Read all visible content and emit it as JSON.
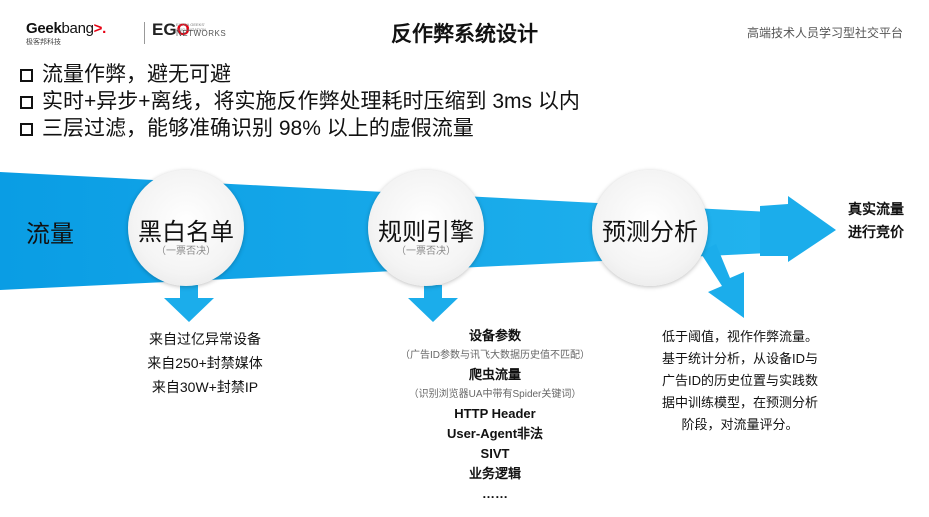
{
  "header": {
    "logo_geek": "Geek",
    "logo_bang": "bang",
    "logo_subtitle": "极客邦科技",
    "logo_ego_prefix": "EG",
    "logo_ego_o": "O",
    "logo_ego_tiny": "EXTRA GEEKS' ORGANIZATION",
    "logo_networks": "NETWORKS",
    "title": "反作弊系统设计",
    "tagline": "高端技术人员学习型社交平台"
  },
  "bullets": [
    "流量作弊，避无可避",
    "实时+异步+离线，将实施反作弊处理耗时压缩到 3ms 以内",
    "三层过滤，能够准确识别 98% 以上的虚假流量"
  ],
  "flow": {
    "input_label": "流量",
    "output_lines": [
      "真实流量",
      "进行竞价"
    ],
    "stages": [
      {
        "label": "黑白名单",
        "note": "（一票否决）"
      },
      {
        "label": "规则引擎",
        "note": "（一票否决）"
      },
      {
        "label": "预测分析",
        "note": ""
      }
    ]
  },
  "details": {
    "blacklist": [
      "来自过亿异常设备",
      "来自250+封禁媒体",
      "来自30W+封禁IP"
    ],
    "rules": [
      {
        "text": "设备参数",
        "style": "b"
      },
      {
        "text": "（广告ID参数与讯飞大数据历史值不匹配）",
        "style": "n"
      },
      {
        "text": "爬虫流量",
        "style": "b"
      },
      {
        "text": "（识别浏览器UA中带有Spider关键词）",
        "style": "n"
      },
      {
        "text": "HTTP Header",
        "style": "b"
      },
      {
        "text": "User-Agent非法",
        "style": "b"
      },
      {
        "text": "SIVT",
        "style": "b"
      },
      {
        "text": "业务逻辑",
        "style": "b"
      },
      {
        "text": "……",
        "style": "b"
      }
    ],
    "predict": [
      "低于阈值，视作作弊流量。",
      "基于统计分析，从设备ID与",
      "广告ID的历史位置与实践数",
      "据中训练模型，在预测分析",
      "阶段，对流量评分。"
    ]
  },
  "colors": {
    "flow_blue": "#0aa1e6",
    "arrow_blue": "#1badeb",
    "logo_red": "#e60012"
  }
}
